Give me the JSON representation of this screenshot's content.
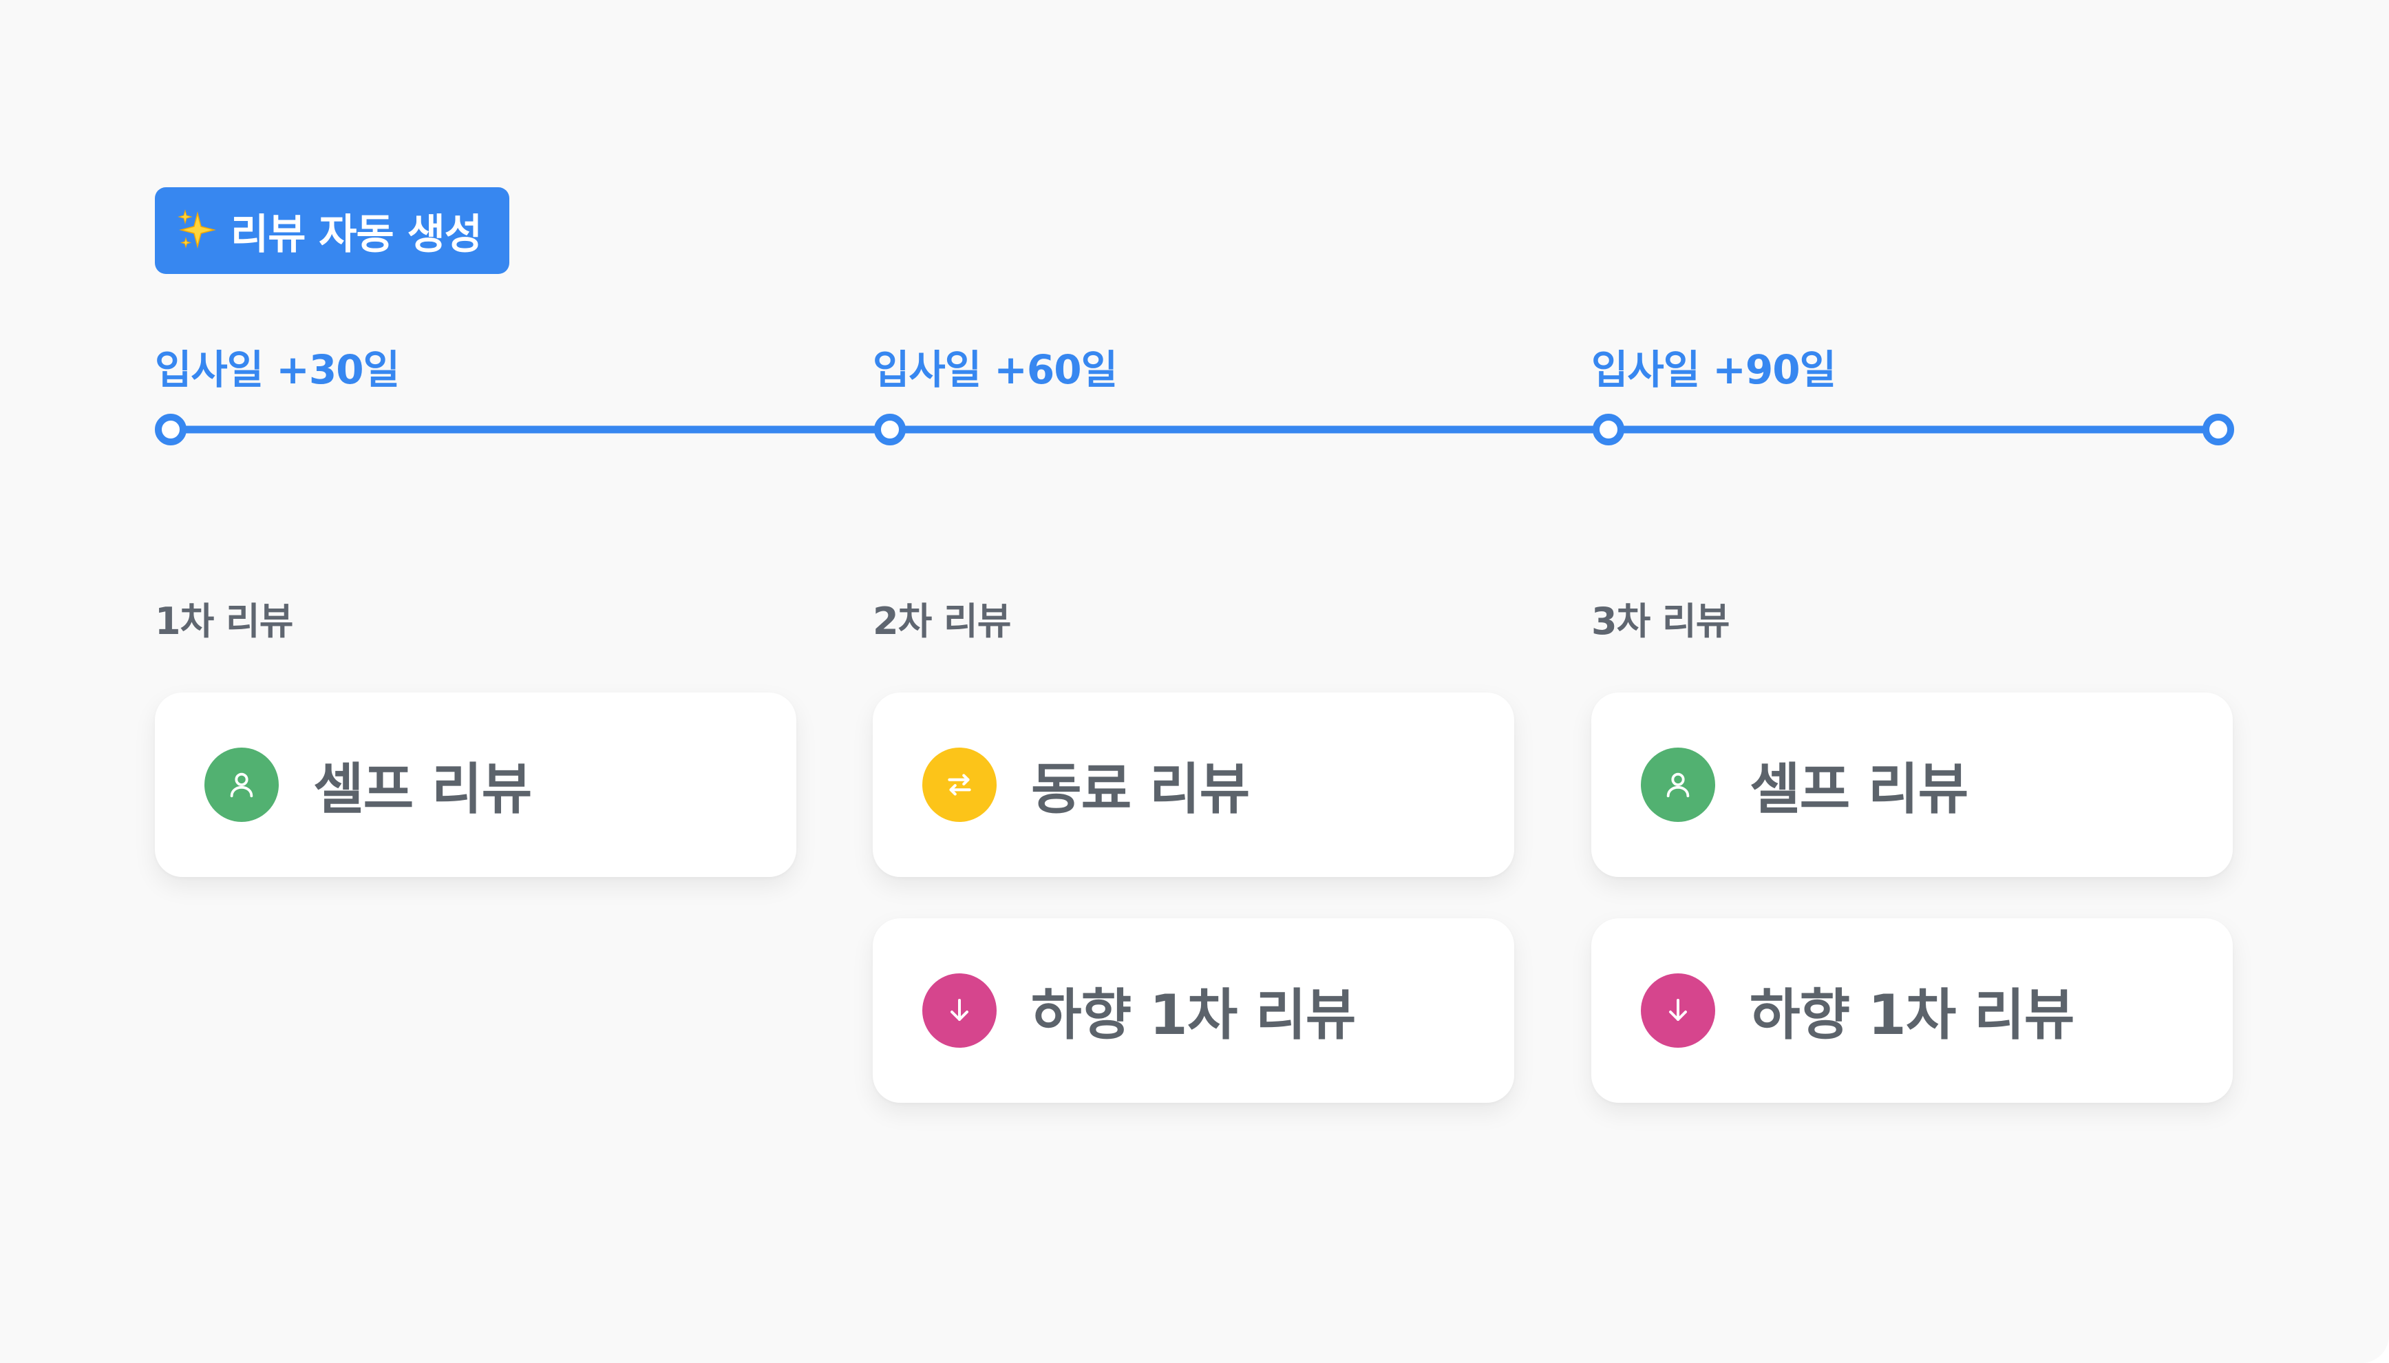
{
  "badge": {
    "icon": "sparkles-icon",
    "label": "리뷰 자동 생성"
  },
  "timeline": {
    "color": "#3787f0",
    "milestones": [
      {
        "label": "입사일 +30일"
      },
      {
        "label": "입사일 +60일"
      },
      {
        "label": "입사일 +90일"
      }
    ]
  },
  "columns": [
    {
      "label": "1차 리뷰",
      "cards": [
        {
          "title": "셀프 리뷰",
          "icon": "person-icon",
          "color": "#52b171"
        }
      ]
    },
    {
      "label": "2차 리뷰",
      "cards": [
        {
          "title": "동료 리뷰",
          "icon": "swap-arrows-icon",
          "color": "#fcc419"
        },
        {
          "title": "하향 1차 리뷰",
          "icon": "arrow-down-icon",
          "color": "#d6458d"
        }
      ]
    },
    {
      "label": "3차 리뷰",
      "cards": [
        {
          "title": "셀프 리뷰",
          "icon": "person-icon",
          "color": "#52b171"
        },
        {
          "title": "하향 1차 리뷰",
          "icon": "arrow-down-icon",
          "color": "#d6458d"
        }
      ]
    }
  ]
}
